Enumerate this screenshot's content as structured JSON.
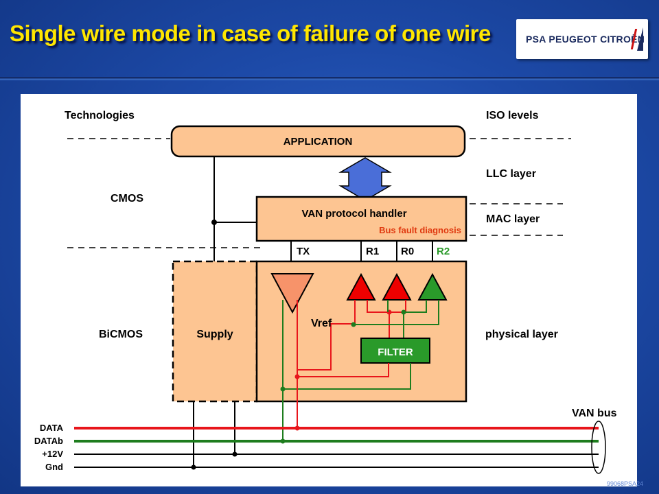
{
  "slide": {
    "title": "Single wire mode in case of failure of one wire",
    "logo_text": "PSA PEUGEOT CITROËN",
    "footnote": "99068PSA24"
  },
  "diagram": {
    "technologies_header": "Technologies",
    "iso_header": "ISO levels",
    "tech_cmos": "CMOS",
    "tech_bicmos": "BiCMOS",
    "iso_llc": "LLC layer",
    "iso_mac": "MAC layer",
    "iso_physical": "physical layer",
    "application_label": "APPLICATION",
    "protocol_label": "VAN protocol handler",
    "fault_label": "Bus fault diagnosis",
    "pin_tx": "TX",
    "pin_r1": "R1",
    "pin_r0": "R0",
    "pin_r2": "R2",
    "supply_label": "Supply",
    "vref_label": "Vref",
    "filter_label": "FILTER",
    "bus_label": "VAN bus",
    "line_data": "DATA",
    "line_datab": "DATAb",
    "line_12v": "+12V",
    "line_gnd": "Gnd"
  },
  "colors": {
    "block_fill": "#fdc592",
    "data_line": "#e8151b",
    "datab_line": "#1e7d1e",
    "fault_text": "#e03a10",
    "r2_text": "#2a9a2a",
    "arrow_fill": "#4a6ed8",
    "tx_triangle": "#f7936a",
    "title_color": "#ffe600"
  }
}
